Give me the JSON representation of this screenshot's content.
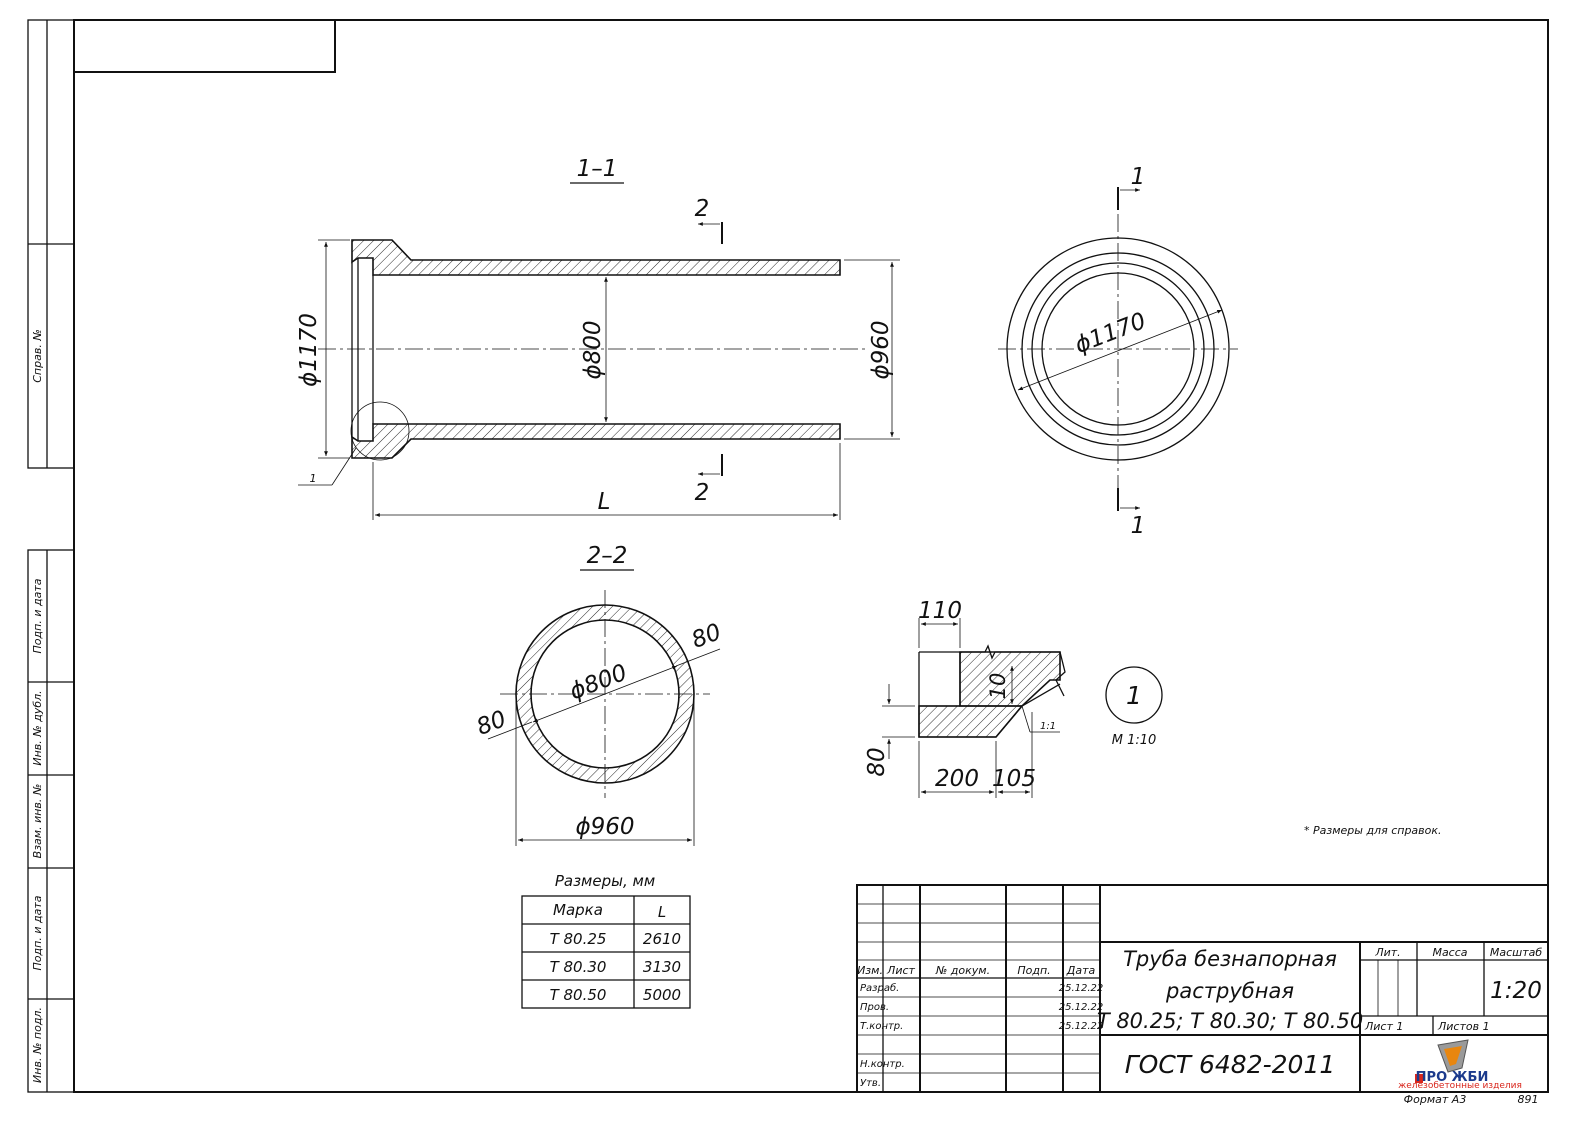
{
  "views": {
    "section_1_1": {
      "title": "1–1",
      "dims": {
        "d_socket": "ϕ1170",
        "d_inner": "ϕ800",
        "d_outer": "ϕ960",
        "length": "L"
      },
      "cut_mark": "2",
      "callout": "1"
    },
    "end_view": {
      "cut_mark": "1",
      "dims": {
        "d_socket": "ϕ1170"
      }
    },
    "section_2_2": {
      "title": "2–2",
      "dims": {
        "d_inner": "ϕ800",
        "d_outer": "ϕ960",
        "wall_right": "80",
        "wall_left": "80"
      }
    },
    "detail_1": {
      "dims": {
        "d110": "110",
        "d10": "10",
        "d80": "80",
        "d200": "200",
        "d105": "105",
        "slope": "1:1"
      },
      "label": "1",
      "scale": "М 1:10"
    }
  },
  "note": "* Размеры для справок.",
  "sizes_table": {
    "caption": "Размеры, мм",
    "headers": [
      "Марка",
      "L"
    ],
    "rows": [
      [
        "Т 80.25",
        "2610"
      ],
      [
        "Т 80.30",
        "3130"
      ],
      [
        "Т 80.50",
        "5000"
      ]
    ]
  },
  "side_frame": {
    "labels": [
      "Справ. №",
      "Подп. и дата",
      "Инв. № дубл.",
      "Взам. инв. №",
      "Подп. и дата",
      "Инв. № подл."
    ]
  },
  "title_block": {
    "col_headers": [
      "Изм.",
      "Лист",
      "№ докум.",
      "Подп.",
      "Дата"
    ],
    "rows": [
      {
        "role": "Разраб.",
        "date": "25.12.22"
      },
      {
        "role": "Пров.",
        "date": "25.12.22"
      },
      {
        "role": "Т.контр.",
        "date": "25.12.22"
      },
      {
        "role": "Н.контр.",
        "date": ""
      },
      {
        "role": "Утв.",
        "date": ""
      }
    ],
    "name_lines": [
      "Труба безнапорная",
      "раструбная",
      "Т 80.25; Т 80.30; Т 80.50"
    ],
    "gost": "ГОСТ 6482-2011",
    "lit_label": "Лит.",
    "mass_label": "Масса",
    "scale_label": "Масштаб",
    "scale_value": "1:20",
    "sheet_label": "Лист 1",
    "sheets_label": "Листов 1",
    "logo_text": "ПРО ЖБИ",
    "logo_subtext": "железобетонные изделия",
    "format_label": "Формат А3",
    "code": "891"
  }
}
